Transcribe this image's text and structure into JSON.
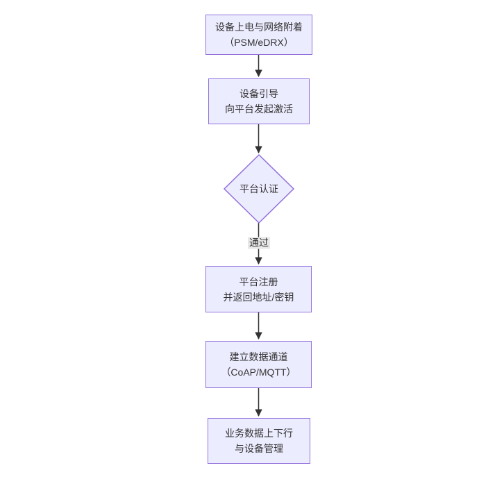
{
  "flowchart": {
    "colors": {
      "background": "#ffffff",
      "node_fill": "#ECECFF",
      "node_border": "#9370DB",
      "edge_color": "#333333",
      "text_color": "#333333",
      "edge_label_bg": "#e8e8e8"
    },
    "nodes": [
      {
        "id": "power-attach",
        "type": "rect",
        "lines": [
          "设备上电与网络附着",
          "（PSM/eDRX）"
        ]
      },
      {
        "id": "bootstrap",
        "type": "rect",
        "lines": [
          "设备引导",
          "向平台发起激活"
        ]
      },
      {
        "id": "platform-auth",
        "type": "diamond",
        "lines": [
          "平台认证"
        ]
      },
      {
        "id": "register",
        "type": "rect",
        "lines": [
          "平台注册",
          "并返回地址/密钥"
        ]
      },
      {
        "id": "data-channel",
        "type": "rect",
        "lines": [
          "建立数据通道",
          "（CoAP/MQTT）"
        ]
      },
      {
        "id": "business",
        "type": "rect",
        "lines": [
          "业务数据上下行",
          "与设备管理"
        ]
      }
    ],
    "edges": [
      {
        "from": "power-attach",
        "to": "bootstrap",
        "label": ""
      },
      {
        "from": "bootstrap",
        "to": "platform-auth",
        "label": ""
      },
      {
        "from": "platform-auth",
        "to": "register",
        "label": "通过"
      },
      {
        "from": "register",
        "to": "data-channel",
        "label": ""
      },
      {
        "from": "data-channel",
        "to": "business",
        "label": ""
      }
    ]
  }
}
